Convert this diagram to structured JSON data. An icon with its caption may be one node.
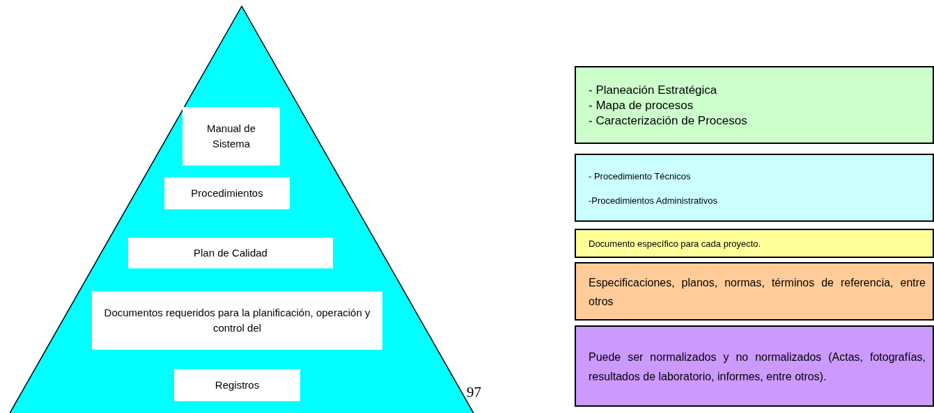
{
  "diagram": {
    "nodes": [
      {
        "text": [],
        "shape": "triangle"
      },
      {
        "text": [
          "Manual de Sistema"
        ],
        "in": 0
      },
      {
        "text": [
          "Procedimientos"
        ],
        "in": 0
      },
      {
        "text": [
          "Plan de Calidad"
        ],
        "in": 0
      },
      {
        "text": [
          "Documentos requeridos para la planificación, operación y control del"
        ],
        "in": 0
      },
      {
        "text": [
          "Registros"
        ],
        "in": 0
      },
      {
        "text": [
          "- Planeación Estratégica",
          "- Mapa de procesos",
          "- Caracterización de Procesos"
        ]
      },
      {
        "text": [
          "- Procedimiento Técnicos",
          "-Procedimientos Administrativos"
        ]
      },
      {
        "text": [
          "Documento específico para cada proyecto."
        ]
      },
      {
        "text": [
          "Especificaciones, planos, normas, términos de referencia, entre otros"
        ]
      },
      {
        "text": [
          "Puede ser normalizados y no normalizados (Actas, fotografías, resultados de laboratorio, informes, entre otros)."
        ]
      }
    ],
    "edges": [],
    "labels": [
      "97"
    ]
  }
}
